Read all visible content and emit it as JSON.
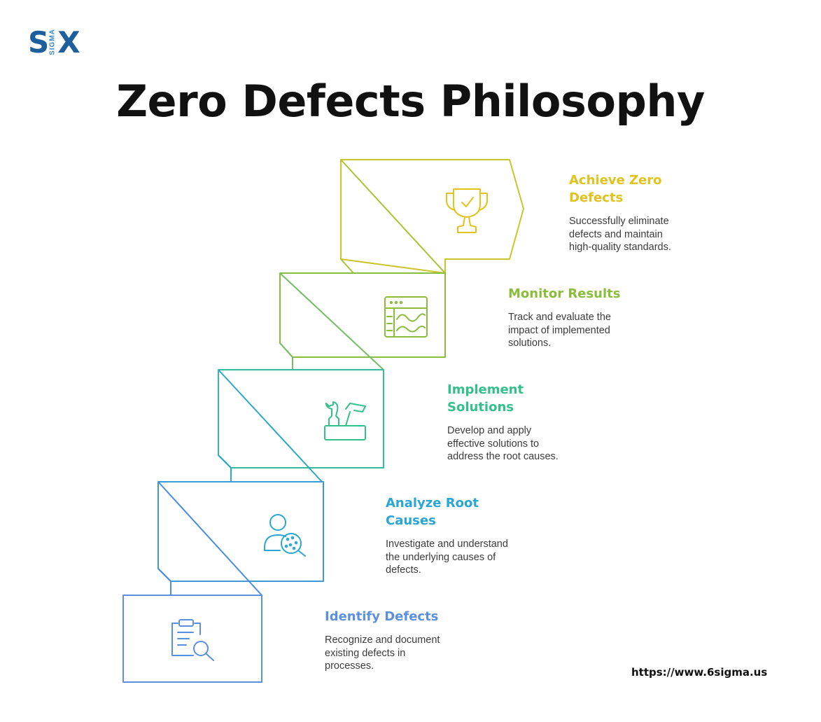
{
  "brand": {
    "logo_left": "S",
    "logo_small": "SIGMA",
    "logo_right": "X",
    "logo_color": "#1f5e9c"
  },
  "title": "Zero Defects Philosophy",
  "steps": [
    {
      "title": "Identify Defects",
      "description": "Recognize and document existing defects in processes.",
      "color": "#5b8fe0",
      "icon": "clipboard-search-icon"
    },
    {
      "title": "Analyze Root Causes",
      "description": "Investigate and understand the underlying causes of defects.",
      "color": "#2aa6d4",
      "icon": "person-magnifier-icon"
    },
    {
      "title": "Implement Solutions",
      "description": "Develop and apply effective solutions to address the root causes.",
      "color": "#34c08a",
      "icon": "tools-toolbox-icon"
    },
    {
      "title": "Monitor Results",
      "description": "Track and evaluate the impact of implemented solutions.",
      "color": "#8cbc3c",
      "icon": "dashboard-wave-icon"
    },
    {
      "title": "Achieve Zero Defects",
      "description": "Successfully eliminate defects and maintain high-quality standards.",
      "color": "#e0c31c",
      "icon": "trophy-check-icon"
    }
  ],
  "footer": {
    "url": "https://www.6sigma.us"
  }
}
